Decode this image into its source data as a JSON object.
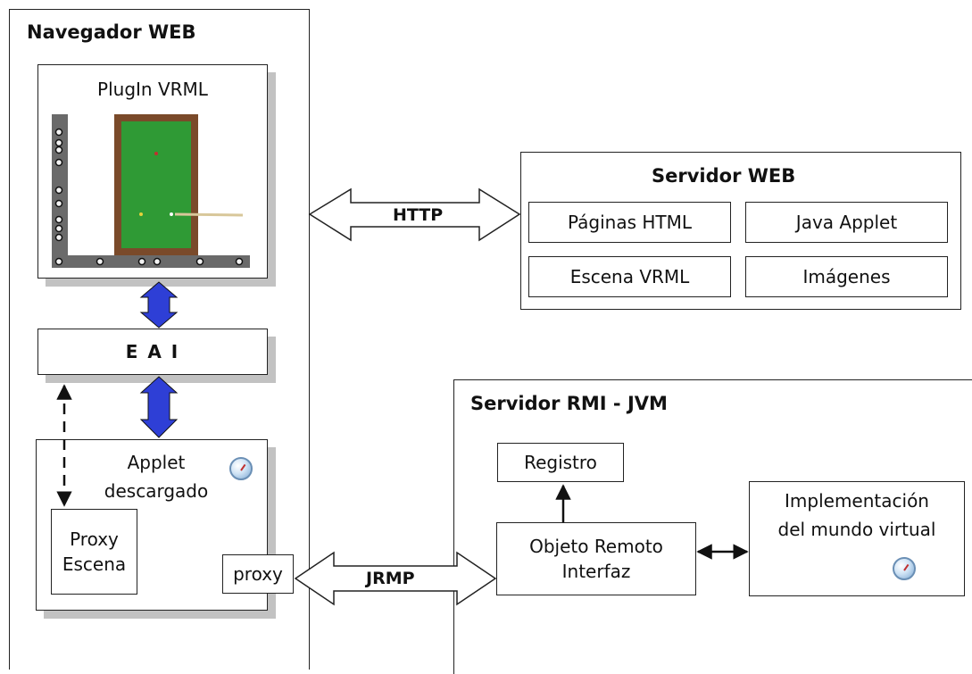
{
  "browser": {
    "title": "Navegador WEB",
    "plugin": {
      "label": "PlugIn VRML"
    },
    "eai": {
      "label": "E A I"
    },
    "applet": {
      "label_line1": "Applet",
      "label_line2": "descargado"
    },
    "proxy_scene": {
      "line1": "Proxy",
      "line2": "Escena"
    },
    "proxy": {
      "label": "proxy"
    }
  },
  "web_server": {
    "title": "Servidor WEB",
    "items": [
      "Páginas HTML",
      "Java Applet",
      "Escena VRML",
      "Imágenes"
    ]
  },
  "rmi_server": {
    "title": "Servidor RMI - JVM",
    "registry": "Registro",
    "remote_object": {
      "line1": "Objeto Remoto",
      "line2": "Interfaz"
    },
    "implementation": {
      "line1": "Implementación",
      "line2": "del mundo virtual"
    }
  },
  "connections": {
    "http": "HTTP",
    "jrmp": "JRMP"
  },
  "colors": {
    "eai_arrow": "#2e3fd6",
    "table_felt": "#2f9a35",
    "table_rail": "#7a4a2a",
    "shadow": "#c2c2c2"
  }
}
